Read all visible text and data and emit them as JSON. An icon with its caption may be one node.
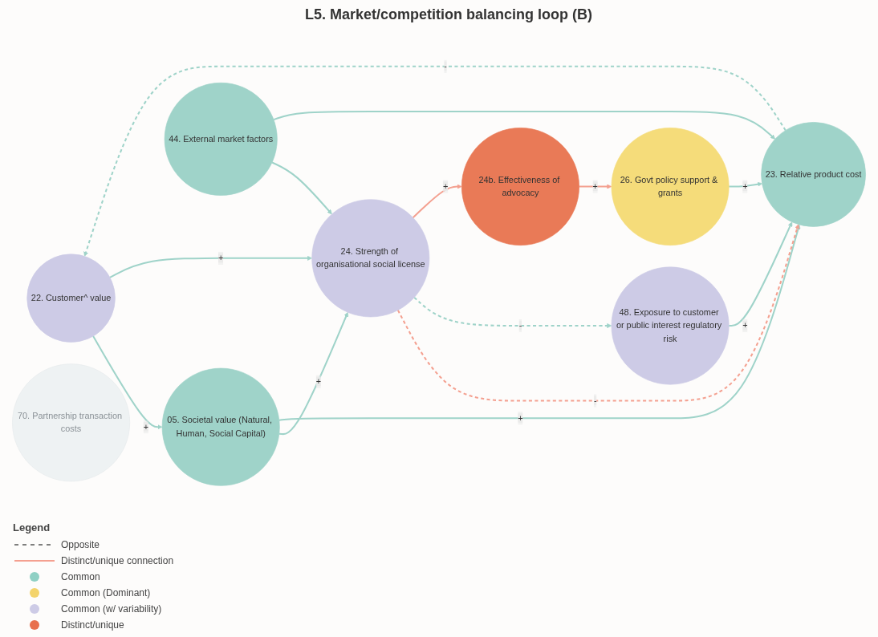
{
  "diagram": {
    "title": "L5. Market/competition balancing loop (B)",
    "nodes": [
      {
        "text": [
          "22. Customer^ value"
        ]
      },
      {
        "text": [
          "23. Relative product cost"
        ]
      },
      {
        "text": [
          "48. Exposure to customer or public interest regulatory risk"
        ]
      },
      {
        "text": [
          "24. Strength of organisational social license"
        ]
      },
      {
        "text": [
          "26. Govt policy support & grants"
        ]
      },
      {
        "text": [
          "05. Societal value (Natural, Human, Social Capital)"
        ]
      },
      {
        "text": [
          "44. External market factors"
        ]
      },
      {
        "text": [
          "70. Partnership transaction costs"
        ]
      },
      {
        "text": [
          "24b. Effectiveness of advocacy"
        ]
      }
    ],
    "edges": [
      {
        "from": 1,
        "to": 0,
        "arrow": "to",
        "label": "-",
        "style": "dashed"
      },
      {
        "from": 0,
        "to": 5,
        "arrow": "to",
        "label": "+"
      },
      {
        "from": 0,
        "to": 3,
        "arrow": "to",
        "label": "+"
      },
      {
        "from": 5,
        "to": 3,
        "arrow": "to",
        "label": "+"
      },
      {
        "from": 5,
        "to": 1,
        "arrow": "to",
        "label": "+"
      },
      {
        "from": 3,
        "to": 1,
        "arrow": "to",
        "label": "-",
        "style": "dashed",
        "color": "#f4a090"
      },
      {
        "from": 3,
        "to": 2,
        "arrow": "to",
        "label": "-",
        "style": "dashed"
      },
      {
        "from": 2,
        "to": 1,
        "arrow": "to",
        "label": "+"
      },
      {
        "from": 6,
        "to": 3,
        "arrow": "to"
      },
      {
        "from": 6,
        "to": 1,
        "arrow": "to"
      },
      {
        "from": 4,
        "to": 1,
        "arrow": "to",
        "label": "+"
      },
      {
        "from": 8,
        "to": 4,
        "arrow": "to",
        "label": "+",
        "color": "#f4a090"
      },
      {
        "from": 3,
        "to": 8,
        "arrow": "to",
        "label": "+",
        "color": "#f4a090"
      }
    ],
    "labels": [
      "Legend"
    ],
    "legend": [
      {
        "text": "Opposite"
      },
      {
        "text": "Distinct/unique connection"
      },
      {
        "text": "Common",
        "color": "#8fd0c4"
      },
      {
        "text": "Common (Dominant)",
        "color": "#f3d36b"
      },
      {
        "text": "Common (w/ variability)",
        "color": "#cdcbe6"
      },
      {
        "text": "Distinct/unique",
        "color": "#e8704d"
      }
    ]
  }
}
